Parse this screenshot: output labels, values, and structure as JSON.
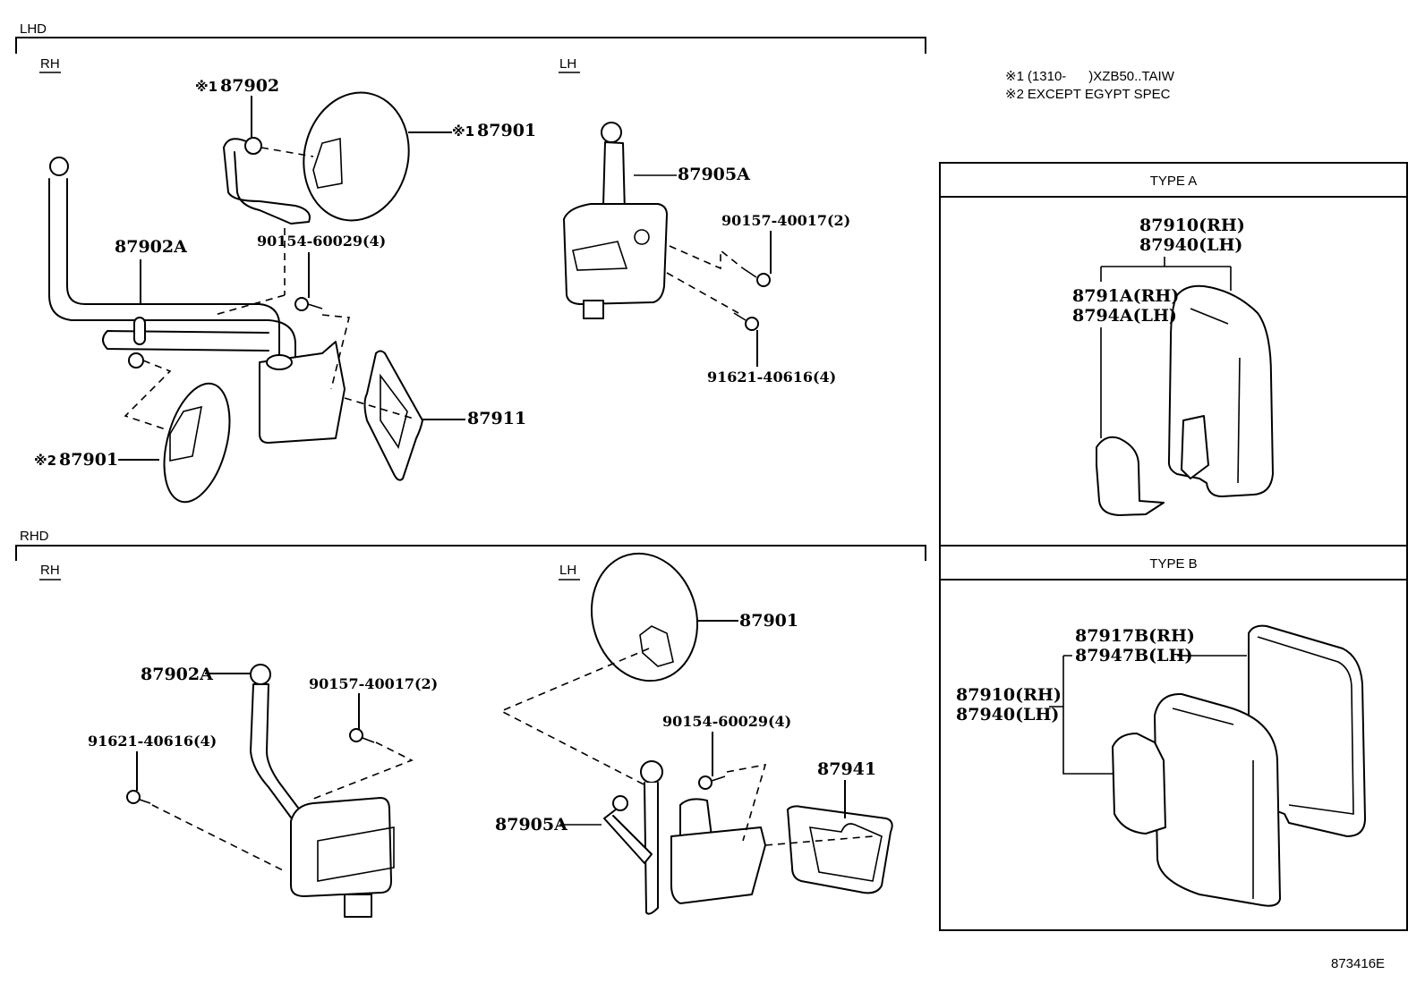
{
  "diagram": {
    "drawing_code": "873416E",
    "notes": [
      {
        "mark": "※1",
        "text": "(1310-      )XZB50..TAIW"
      },
      {
        "mark": "※2",
        "text": "EXCEPT EGYPT SPEC"
      }
    ],
    "sections": {
      "lhd": {
        "title": "LHD",
        "rh": {
          "label": "RH",
          "callouts": {
            "stay_upper": {
              "mark": "※1",
              "part": "87902"
            },
            "mirror_upper": {
              "mark": "※1",
              "part": "87901"
            },
            "stay_main": {
              "part": "87902A"
            },
            "screw": {
              "part": "90154-60029(4)"
            },
            "mirror_lower": {
              "mark": "※2",
              "part": "87901"
            },
            "gasket": {
              "part": "87911"
            }
          }
        },
        "lh": {
          "label": "LH",
          "callouts": {
            "stay": {
              "part": "87905A"
            },
            "bolt": {
              "part": "90157-40017(2)"
            },
            "screw": {
              "part": "91621-40616(4)"
            }
          }
        }
      },
      "rhd": {
        "title": "RHD",
        "rh": {
          "label": "RH",
          "callouts": {
            "stay": {
              "part": "87902A"
            },
            "bolt": {
              "part": "90157-40017(2)"
            },
            "screw": {
              "part": "91621-40616(4)"
            }
          }
        },
        "lh": {
          "label": "LH",
          "callouts": {
            "mirror": {
              "part": "87901"
            },
            "screw": {
              "part": "90154-60029(4)"
            },
            "gasket": {
              "part": "87941"
            },
            "stay": {
              "part": "87905A"
            }
          }
        }
      }
    },
    "types": {
      "type_a": {
        "title": "TYPE A",
        "assembly": [
          "87910(RH)",
          "87940(LH)"
        ],
        "cover": [
          "8791A(RH)",
          "8794A(LH)"
        ]
      },
      "type_b": {
        "title": "TYPE B",
        "mirror": [
          "87917B(RH)",
          "87947B(LH)"
        ],
        "assembly": [
          "87910(RH)",
          "87940(LH)"
        ]
      }
    }
  }
}
